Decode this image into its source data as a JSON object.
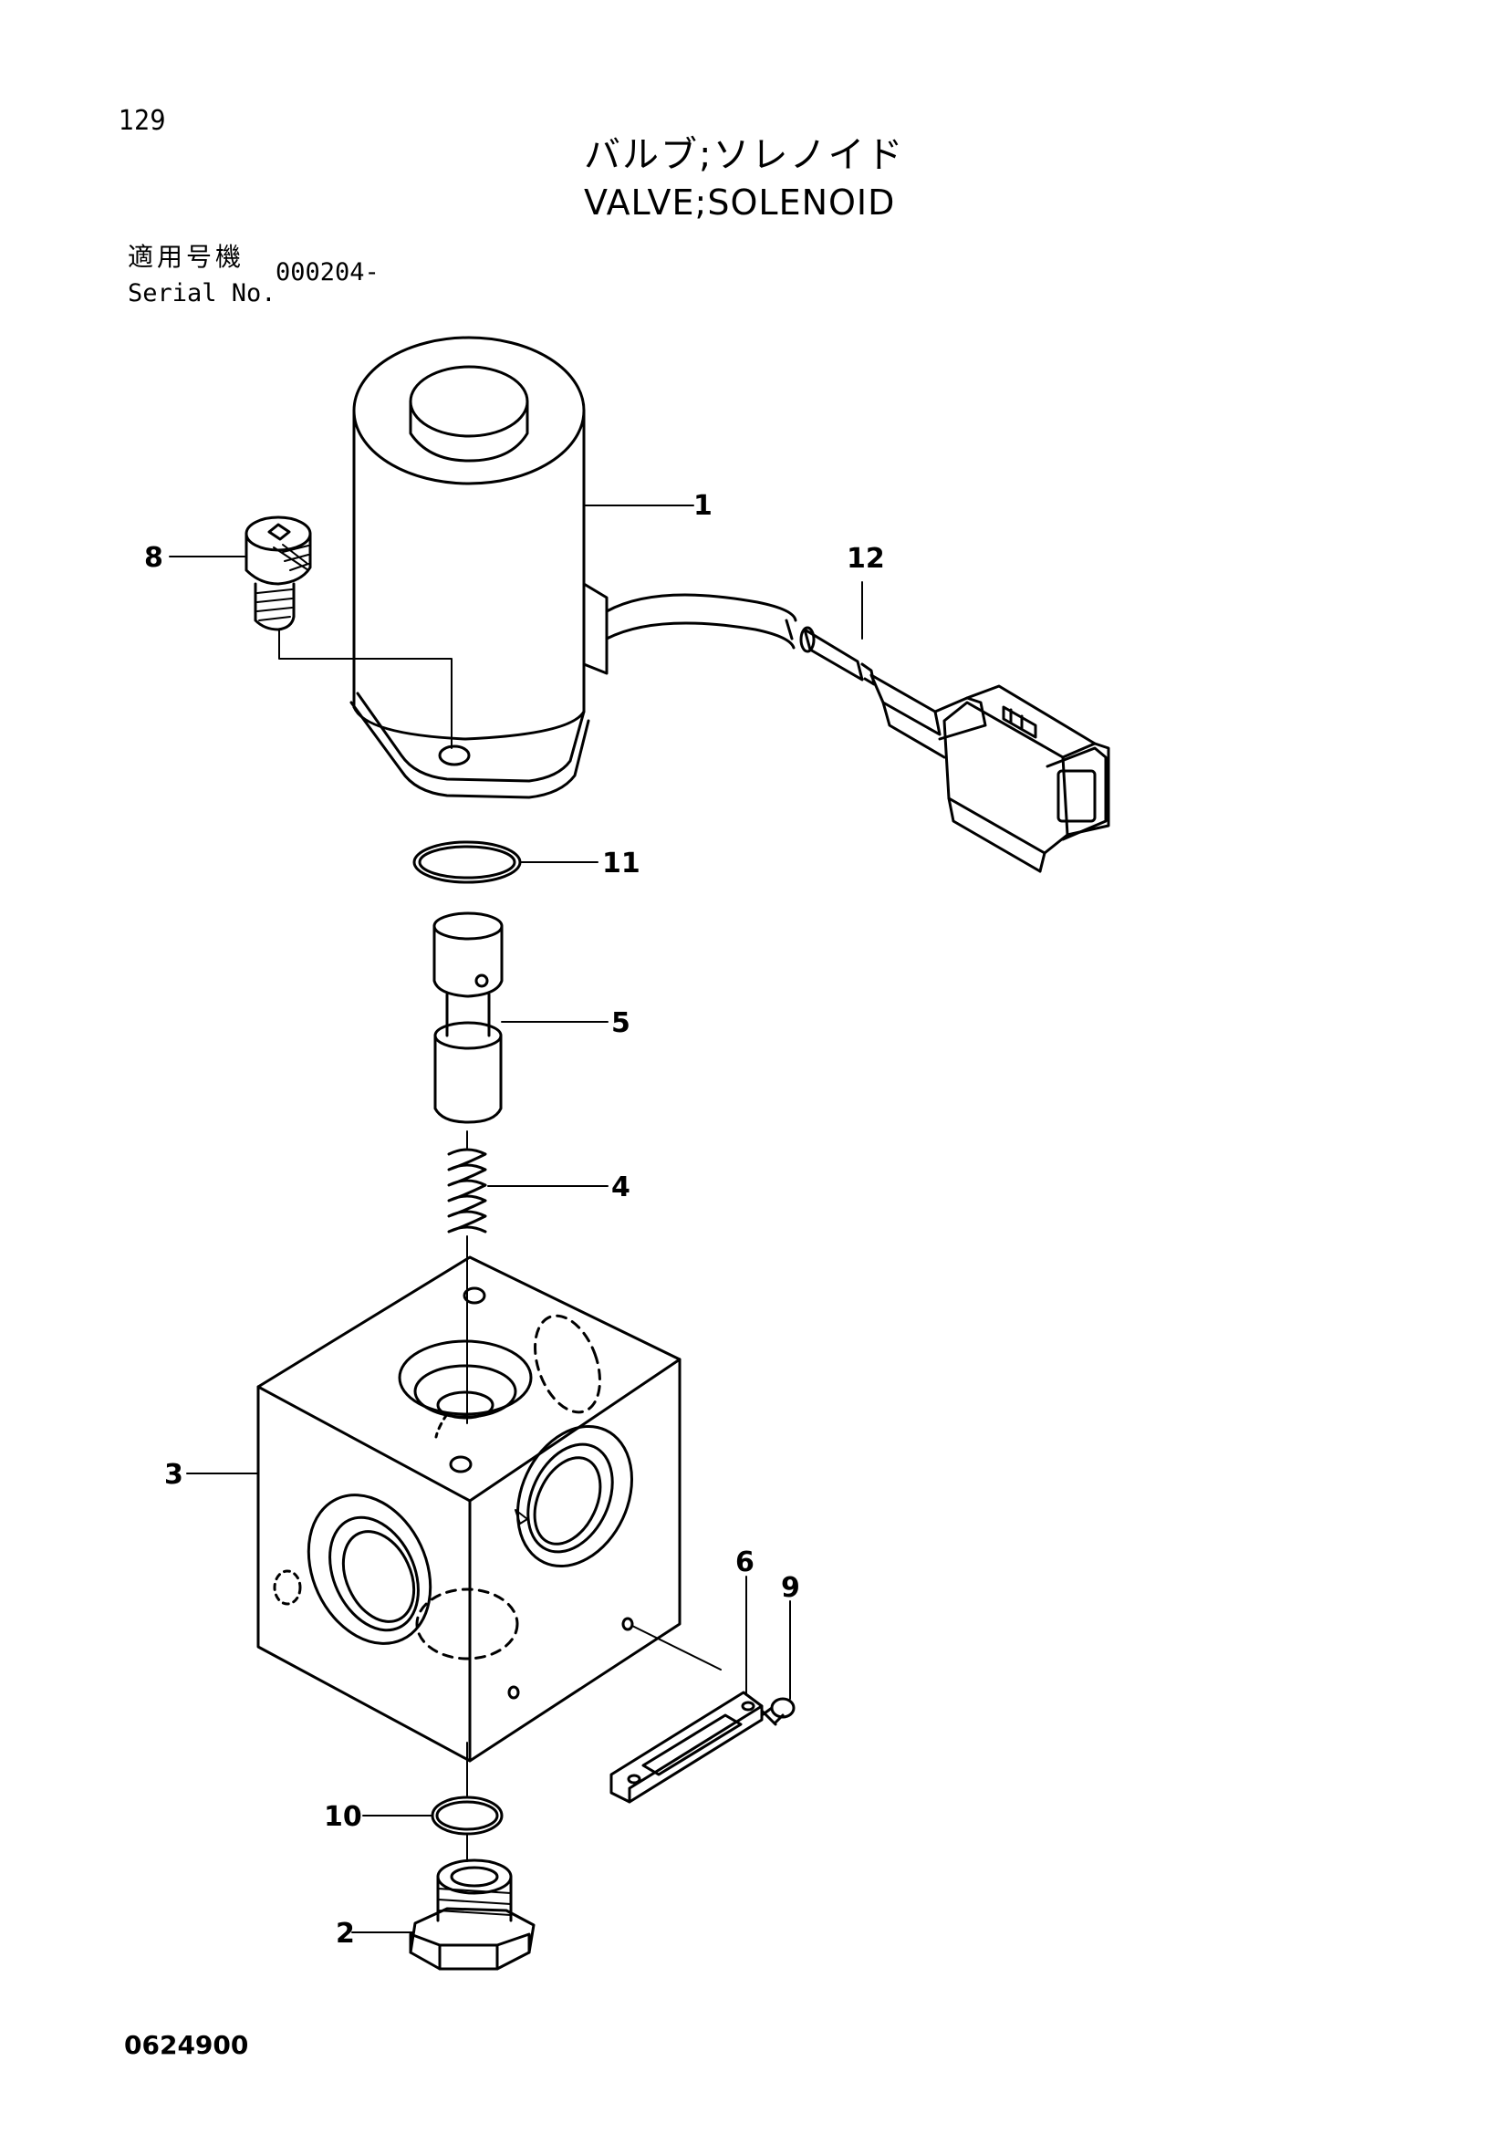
{
  "page": {
    "page_number": "129",
    "title_jp": "バルブ;ソレノイド",
    "title_en": "VALVE;SOLENOID",
    "serial_label_jp": "適用号機",
    "serial_label_en": "Serial No.",
    "serial_value": "000204-",
    "drawing_number": "0624900"
  },
  "callouts": [
    "1",
    "2",
    "3",
    "4",
    "5",
    "6",
    "8",
    "9",
    "10",
    "11",
    "12"
  ]
}
